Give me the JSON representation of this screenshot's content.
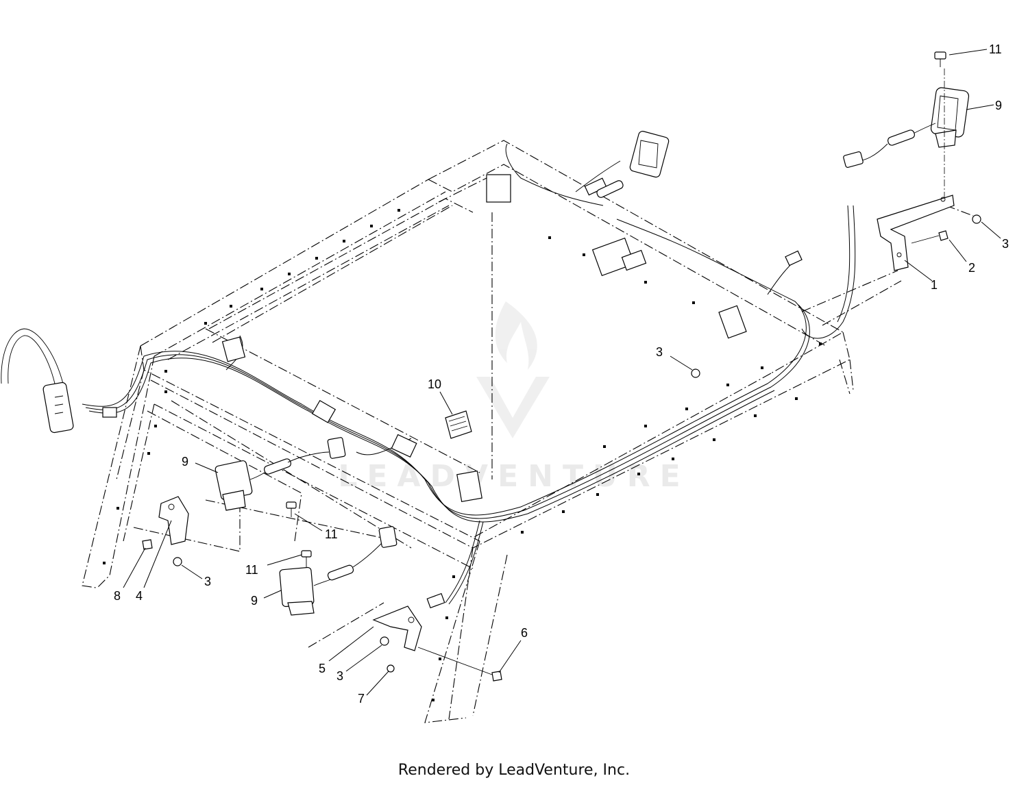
{
  "footer": {
    "text": "Rendered by LeadVenture, Inc."
  },
  "watermark": {
    "text": "LEADVENTURE"
  },
  "callouts": [
    {
      "label": "11"
    },
    {
      "label": "9"
    },
    {
      "label": "3"
    },
    {
      "label": "2"
    },
    {
      "label": "1"
    },
    {
      "label": "3"
    },
    {
      "label": "10"
    },
    {
      "label": "9"
    },
    {
      "label": "11"
    },
    {
      "label": "8"
    },
    {
      "label": "4"
    },
    {
      "label": "3"
    },
    {
      "label": "11"
    },
    {
      "label": "9"
    },
    {
      "label": "5"
    },
    {
      "label": "3"
    },
    {
      "label": "7"
    },
    {
      "label": "6"
    }
  ]
}
